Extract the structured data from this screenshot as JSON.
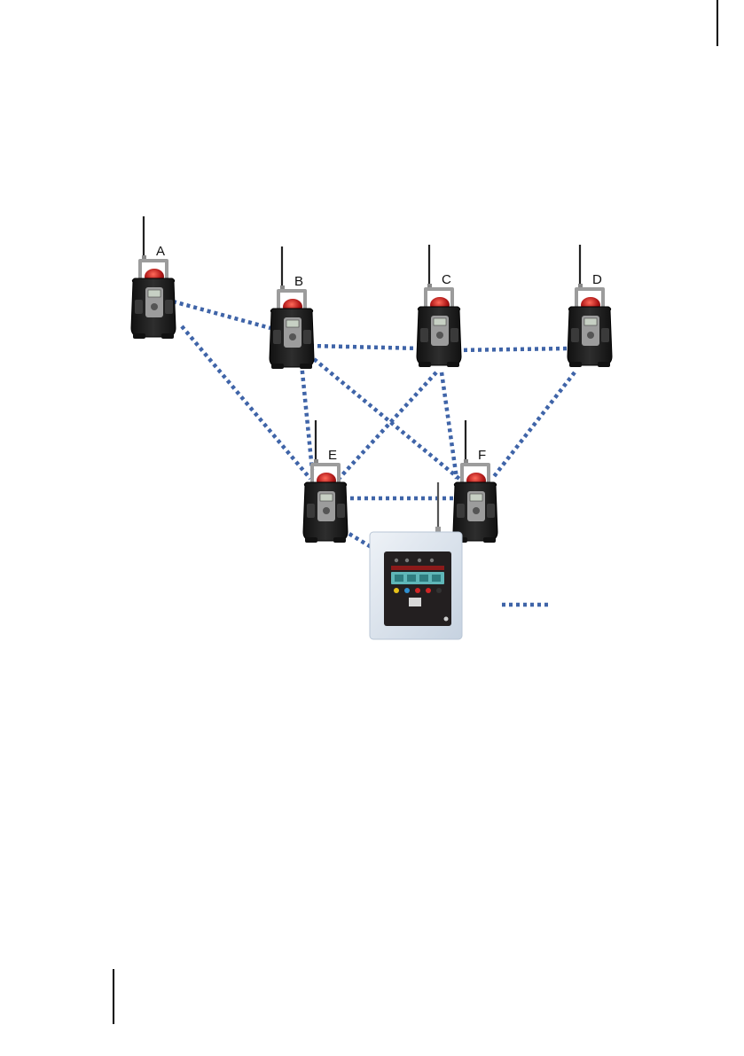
{
  "nodes": [
    {
      "id": "A",
      "label": "A"
    },
    {
      "id": "B",
      "label": "B"
    },
    {
      "id": "C",
      "label": "C"
    },
    {
      "id": "D",
      "label": "D"
    },
    {
      "id": "E",
      "label": "E"
    },
    {
      "id": "F",
      "label": "F"
    }
  ],
  "controller": {
    "icon": "wireless-controller-panel-icon"
  },
  "links": [
    [
      "A",
      "B"
    ],
    [
      "A",
      "E"
    ],
    [
      "B",
      "C"
    ],
    [
      "B",
      "E"
    ],
    [
      "B",
      "F"
    ],
    [
      "C",
      "D"
    ],
    [
      "C",
      "E"
    ],
    [
      "C",
      "F"
    ],
    [
      "D",
      "F"
    ],
    [
      "E",
      "F"
    ],
    [
      "E",
      "controller"
    ],
    [
      "F",
      "controller"
    ]
  ],
  "legend": {
    "line_style": "dotted",
    "label": ""
  },
  "colors": {
    "link": "#3f64a8",
    "device_body": "#1d1d1d",
    "device_frame": "#9c9c9c",
    "beacon": "#b01818",
    "panel_frame": "#cfd9e6",
    "panel_face": "#231f20",
    "panel_display": "#5fb6b8"
  }
}
